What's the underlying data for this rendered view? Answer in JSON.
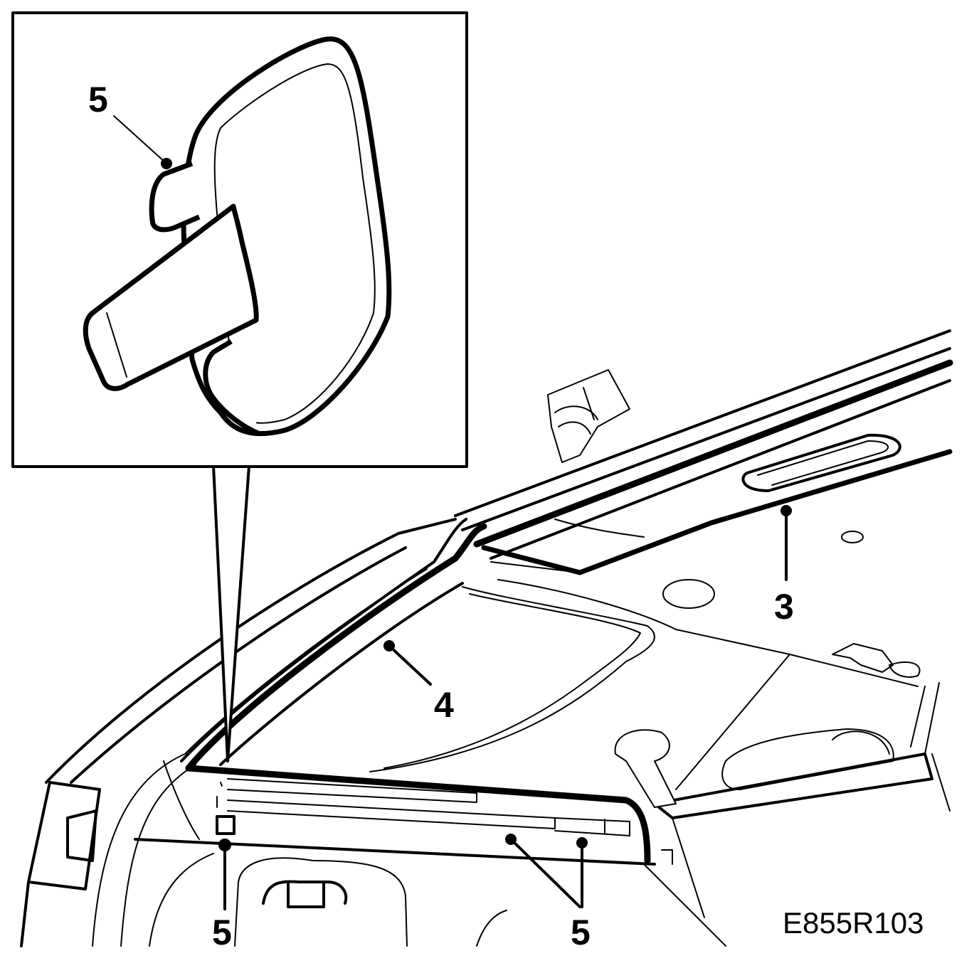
{
  "callouts": {
    "inset_part": "5",
    "headliner": "3",
    "pillar_trim": "4",
    "clip_left": "5",
    "clips_right": "5"
  },
  "figure_code": "E855R103",
  "colors": {
    "line": "#000000",
    "background": "#ffffff"
  }
}
